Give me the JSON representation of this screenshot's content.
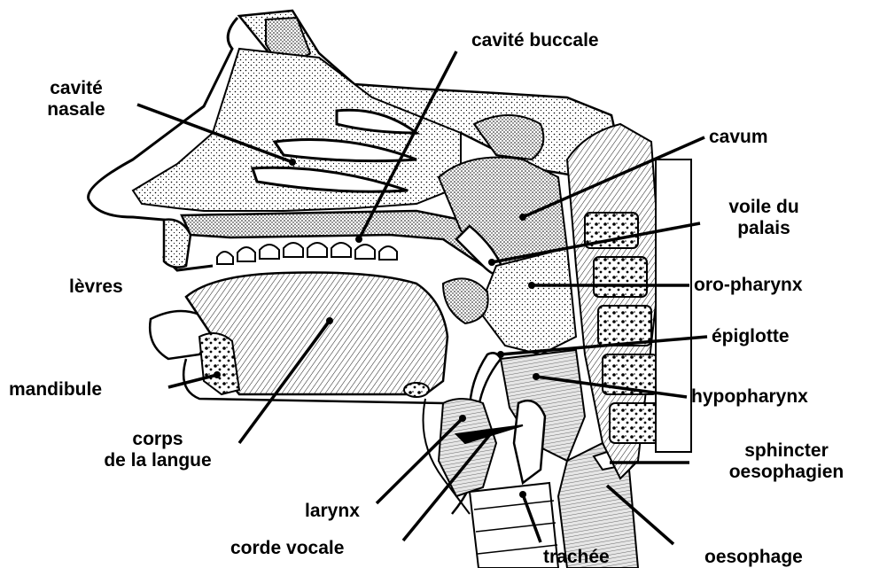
{
  "diagram": {
    "labels": {
      "cavite_nasale": [
        "cavité",
        "nasale"
      ],
      "cavite_buccale": "cavité buccale",
      "cavum": "cavum",
      "voile_du_palais": [
        "voile du",
        "palais"
      ],
      "levres": "lèvres",
      "oro_pharynx": "oro-pharynx",
      "epiglotte": "épiglotte",
      "mandibule": "mandibule",
      "hypopharynx": "hypopharynx",
      "corps_de_la_langue": [
        "corps",
        "de la langue"
      ],
      "sphincter_oesophagien": [
        "sphincter",
        "oesophagien"
      ],
      "larynx": "larynx",
      "corde_vocale": "corde vocale",
      "trachee": "trachée",
      "oesophage": "oesophage"
    },
    "colors": {
      "ink": "#000000",
      "paper": "#ffffff",
      "tissue": "#d9d9d9"
    }
  }
}
